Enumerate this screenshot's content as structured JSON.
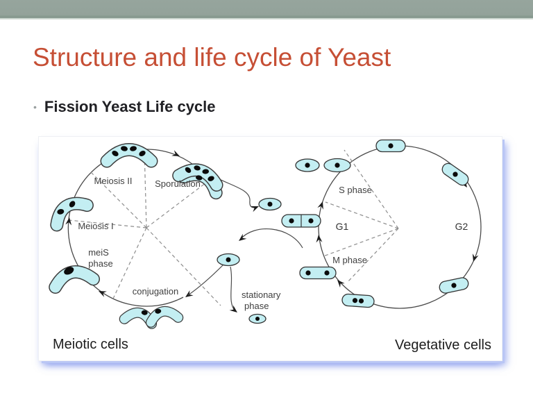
{
  "slide": {
    "title": "Structure and life cycle of Yeast",
    "bullet_glyph": "•",
    "bullet_text": "Fission Yeast Life cycle"
  },
  "colors": {
    "top_bar": "#93a29a",
    "title": "#c64f35",
    "body_text": "#202024",
    "cell_fill": "#c3eef2",
    "diagram_glow": "#8fa3ef"
  },
  "diagram": {
    "left_cycle": {
      "caption": "Meiotic cells",
      "phase_meiosis2": "Meiosis II",
      "phase_sporulation": "Sporulation",
      "phase_meiosis1": "Meiosis I",
      "phase_meis_line1": "meiS",
      "phase_meis_line2": "phase",
      "phase_conjugation": "conjugation"
    },
    "middle": {
      "stationary_line1": "stationary",
      "stationary_line2": "phase"
    },
    "right_cycle": {
      "caption": "Vegetative cells",
      "phase_s": "S phase",
      "phase_g1": "G1",
      "phase_g2": "G2",
      "phase_m": "M phase"
    }
  }
}
